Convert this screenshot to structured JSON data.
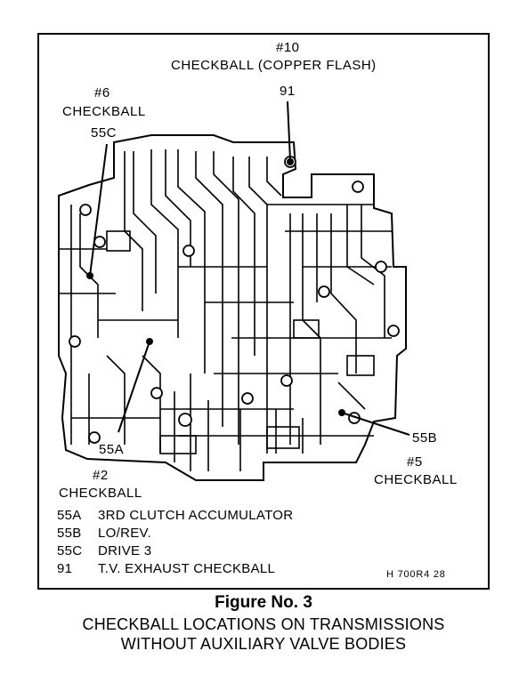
{
  "callouts": {
    "checkball_10": {
      "number": "#10",
      "name": "CHECKBALL (COPPER FLASH)",
      "part": "91"
    },
    "checkball_6": {
      "number": "#6",
      "name": "CHECKBALL",
      "part": "55C"
    },
    "checkball_2": {
      "number": "#2",
      "name": "CHECKBALL",
      "part": "55A"
    },
    "checkball_5": {
      "number": "#5",
      "name": "CHECKBALL",
      "part": "55B"
    }
  },
  "legend": [
    {
      "code": "55A",
      "description": "3RD CLUTCH ACCUMULATOR"
    },
    {
      "code": "55B",
      "description": "LO/REV."
    },
    {
      "code": "55C",
      "description": "DRIVE 3"
    },
    {
      "code": "91",
      "description": "T.V. EXHAUST CHECKBALL"
    }
  ],
  "reference_code": "H 700R4 28",
  "figure_number": "Figure No. 3",
  "caption_line_1": "CHECKBALL LOCATIONS ON TRANSMISSIONS",
  "caption_line_2": "WITHOUT AUXILIARY VALVE BODIES"
}
